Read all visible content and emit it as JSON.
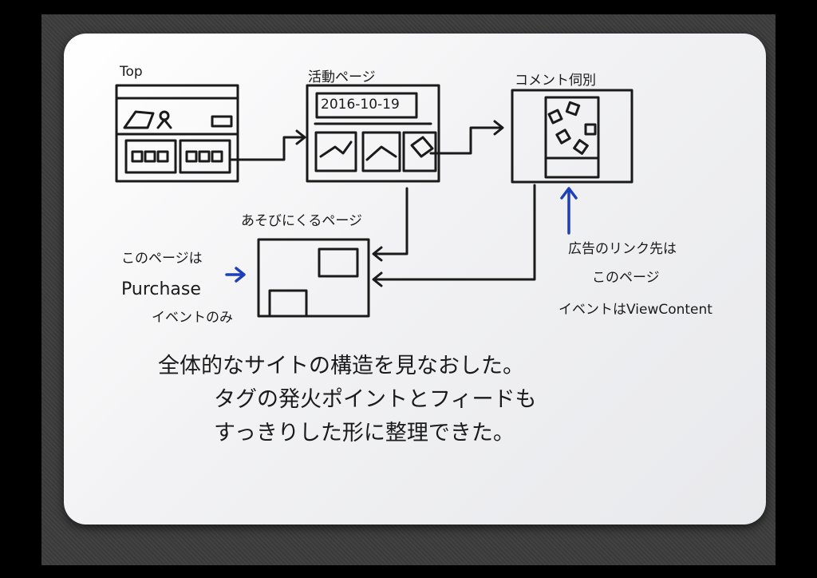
{
  "labels": {
    "top": "Top",
    "activity_page": "活動ページ",
    "comment_example": "コメント伺別",
    "date": "2016-10-19",
    "landing_page": "あそびにくるページ"
  },
  "left_note": [
    "このページは",
    "Purchase",
    "イベントのみ"
  ],
  "right_note": [
    "広告のリンク先は",
    "このページ",
    "イベントはViewContent"
  ],
  "summary": [
    "全体的なサイトの構造を見なおした。",
    "タグの発火ポイントとフィードも",
    "すっきりした形に整理できた。"
  ],
  "colors": {
    "ink": "#1a1a1a",
    "arrow_blue": "#1f3fb8",
    "card": "#f4f4f6"
  }
}
